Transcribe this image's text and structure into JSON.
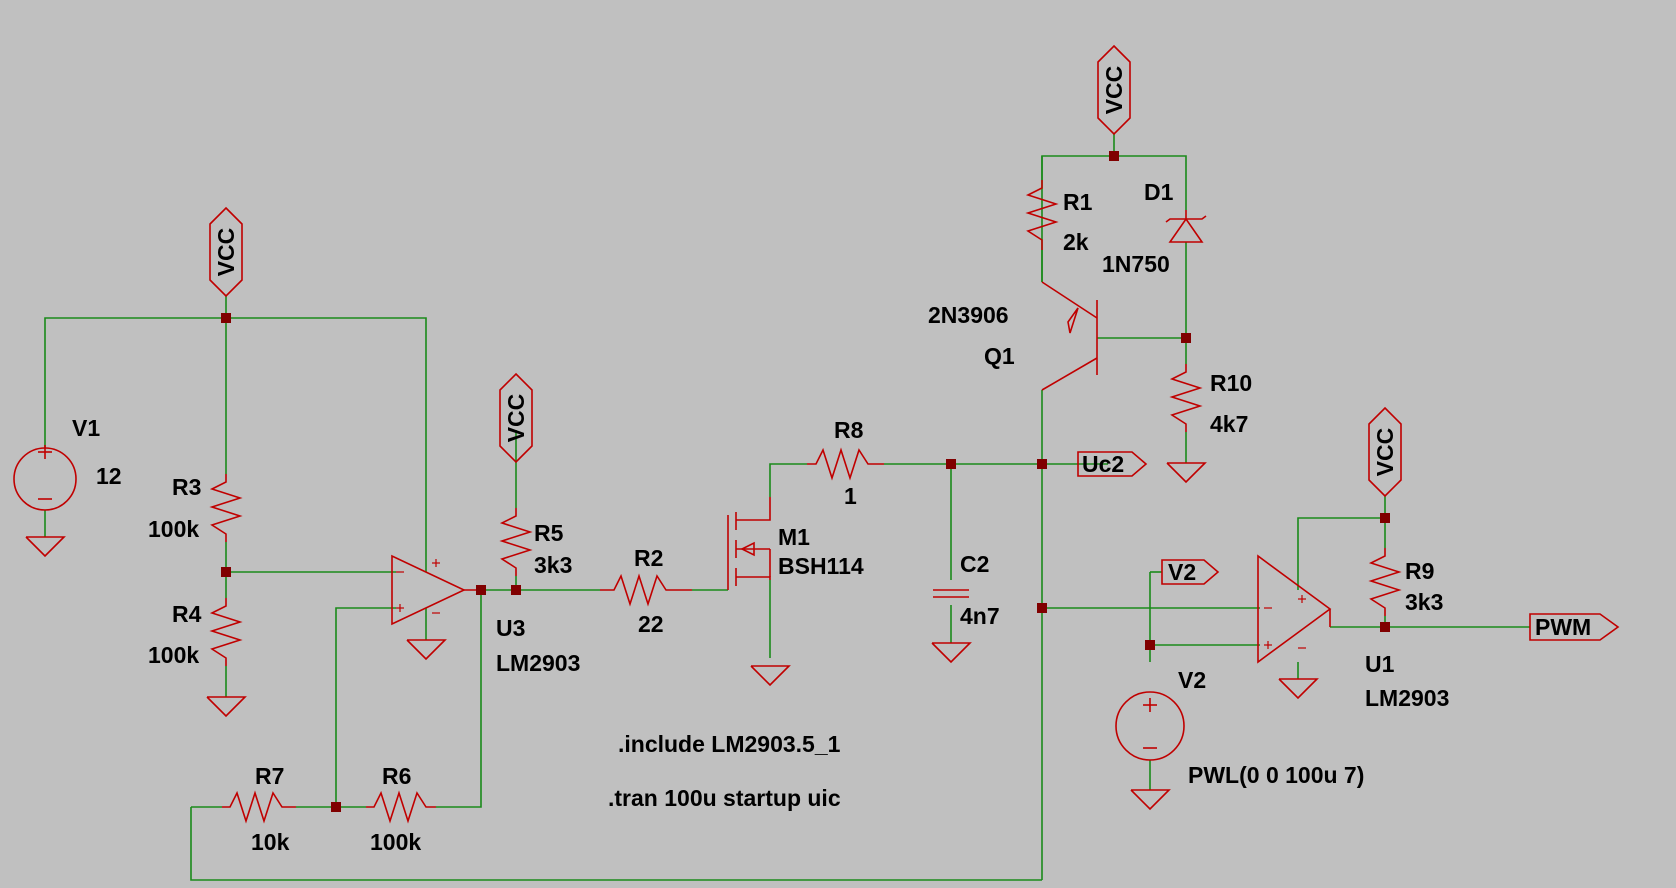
{
  "colors": {
    "background": "#c0c0c0",
    "wire": "#1a8a1a",
    "component": "#c00000",
    "junction": "#800000",
    "text": "#000000"
  },
  "components": {
    "V1": {
      "ref": "V1",
      "value": "12"
    },
    "V2": {
      "ref": "V2",
      "value": "PWL(0 0 100u 7)"
    },
    "R1": {
      "ref": "R1",
      "value": "2k"
    },
    "R2": {
      "ref": "R2",
      "value": "22"
    },
    "R3": {
      "ref": "R3",
      "value": "100k"
    },
    "R4": {
      "ref": "R4",
      "value": "100k"
    },
    "R5": {
      "ref": "R5",
      "value": "3k3"
    },
    "R6": {
      "ref": "R6",
      "value": "100k"
    },
    "R7": {
      "ref": "R7",
      "value": "10k"
    },
    "R8": {
      "ref": "R8",
      "value": "1"
    },
    "R9": {
      "ref": "R9",
      "value": "3k3"
    },
    "R10": {
      "ref": "R10",
      "value": "4k7"
    },
    "C2": {
      "ref": "C2",
      "value": "4n7"
    },
    "D1": {
      "ref": "D1",
      "value": "1N750"
    },
    "Q1": {
      "ref": "Q1",
      "value": "2N3906"
    },
    "M1": {
      "ref": "M1",
      "value": "BSH114"
    },
    "U1": {
      "ref": "U1",
      "value": "LM2903"
    },
    "U3": {
      "ref": "U3",
      "value": "LM2903"
    }
  },
  "nets": {
    "vcc": "VCC",
    "uc2": "Uc2",
    "pwm": "PWM",
    "v2": "V2"
  },
  "directives": [
    ".include LM2903.5_1",
    ".tran 100u startup uic"
  ]
}
